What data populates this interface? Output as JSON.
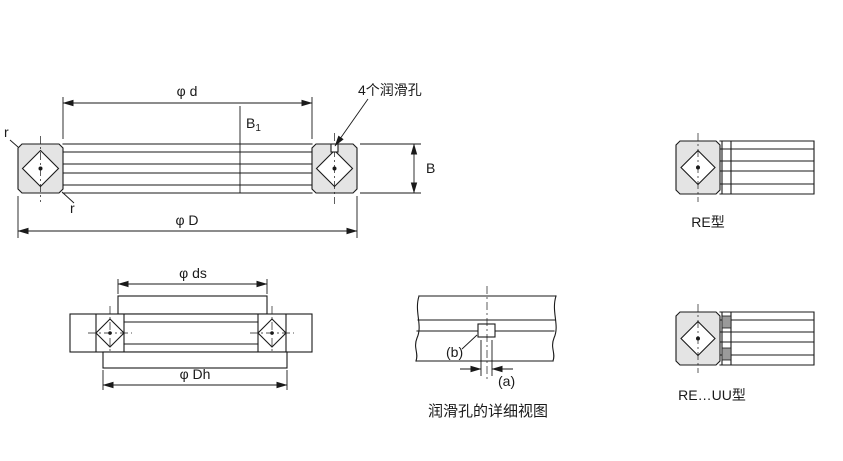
{
  "main_view": {
    "dim_d": "φ d",
    "dim_B1_base": "B",
    "dim_B1_sub": "1",
    "lube_label": "4个润滑孔",
    "dim_B": "B",
    "r_top": "r",
    "r_inner": "r",
    "dim_D": "φ D"
  },
  "mount_view": {
    "dim_ds": "φ ds",
    "dim_Dh": "φ Dh"
  },
  "detail_view": {
    "label_b": "(b)",
    "label_a": "(a)",
    "caption": "润滑孔的详细视图"
  },
  "right_views": {
    "re_label": "RE型",
    "re_uu_label": "RE…UU型"
  },
  "colors": {
    "line": "#1a1a1a",
    "block_fill": "#e4e4e4",
    "seal_fill": "#9a9a9a",
    "background": "#ffffff"
  }
}
